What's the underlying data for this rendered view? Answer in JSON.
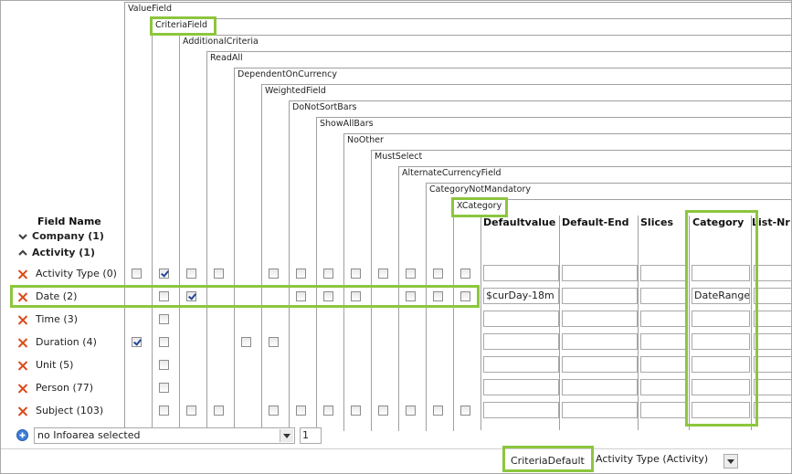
{
  "header_fields": [
    "ValueField",
    "CriteriaField",
    "AdditionalCriteria",
    "ReadAll",
    "DependentOnCurrency",
    "WeightedField",
    "DoNotSortBars",
    "ShowAllBars",
    "NoOther",
    "MustSelect",
    "AlternateCurrencyField",
    "CategoryNotMandatory",
    "XCategory"
  ],
  "columns": {
    "field_name": "Field Name",
    "defaultvalue": "Defaultvalue",
    "default_end": "Default-End",
    "slices": "Slices",
    "category": "Category",
    "list_nr": "List-Nr"
  },
  "sections": [
    {
      "label": "Company (1)",
      "icon": "chevron-down-icon"
    },
    {
      "label": "Activity (1)",
      "icon": "chevron-up-icon"
    }
  ],
  "rows": [
    {
      "label": "Activity Type (0)",
      "defaultvalue": "",
      "category": "",
      "checks": {
        "value": false,
        "criteria": true,
        "additional": false,
        "readall": false,
        "weighted": false,
        "donotsort": false,
        "showall": false,
        "noother": false,
        "mustselect": false,
        "altcurrency": false,
        "catnotmand": false,
        "xcategory": false
      }
    },
    {
      "label": "Date (2)",
      "defaultvalue": "$curDay-18m",
      "category": "DateRange",
      "checks": {
        "criteria": false,
        "additional": true,
        "donotsort": false,
        "showall": false,
        "noother": false,
        "altcurrency": false,
        "catnotmand": false,
        "xcategory": false
      }
    },
    {
      "label": "Time (3)",
      "defaultvalue": "",
      "category": "",
      "checks": {
        "criteria": false
      }
    },
    {
      "label": "Duration (4)",
      "defaultvalue": "",
      "category": "",
      "checks": {
        "value": true,
        "criteria": false,
        "depcurrency": false,
        "weighted": false
      }
    },
    {
      "label": "Unit (5)",
      "defaultvalue": "",
      "category": "",
      "checks": {
        "criteria": false
      }
    },
    {
      "label": "Person (77)",
      "defaultvalue": "",
      "category": "",
      "checks": {
        "criteria": false
      }
    },
    {
      "label": "Subject (103)",
      "defaultvalue": "",
      "category": "",
      "checks": {
        "criteria": false,
        "additional": false,
        "readall": false,
        "weighted": false,
        "donotsort": false,
        "showall": false,
        "noother": false,
        "mustselect": false,
        "altcurrency": false,
        "catnotmand": false,
        "xcategory": false
      }
    }
  ],
  "footer": {
    "infoarea_select": "no Infoarea selected",
    "infoarea_number": "1",
    "criteria_default_label": "CriteriaDefault",
    "criteria_default_select": "Activity Type (Activity)"
  },
  "colors": {
    "highlight": "#8cc63e",
    "delete_icon": "#d94c1a",
    "add_icon": "#3b7dd8"
  }
}
